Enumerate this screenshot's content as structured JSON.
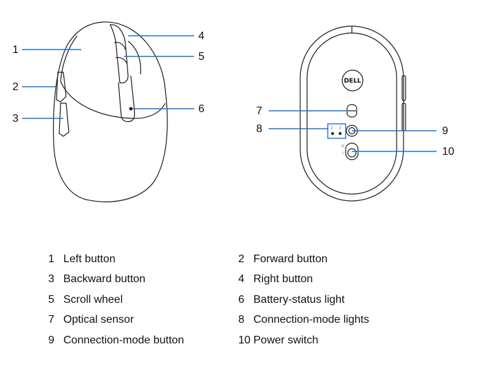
{
  "brand_logo": "DELL",
  "side_view": {
    "callouts": [
      "1",
      "2",
      "3",
      "4",
      "5",
      "6"
    ]
  },
  "bottom_view": {
    "callouts": [
      "7",
      "8",
      "9",
      "10"
    ],
    "mode_labels": [
      "1",
      "2"
    ],
    "switch_marks": [
      "O",
      "I"
    ]
  },
  "legend": [
    {
      "num": "1",
      "label": "Left button"
    },
    {
      "num": "2",
      "label": "Forward button"
    },
    {
      "num": "3",
      "label": "Backward button"
    },
    {
      "num": "4",
      "label": "Right button"
    },
    {
      "num": "5",
      "label": "Scroll wheel"
    },
    {
      "num": "6",
      "label": "Battery-status light"
    },
    {
      "num": "7",
      "label": "Optical sensor"
    },
    {
      "num": "8",
      "label": "Connection-mode lights"
    },
    {
      "num": "9",
      "label": "Connection-mode button"
    },
    {
      "num": "10",
      "label": "Power switch"
    }
  ],
  "colors": {
    "leader": "#1f73d1",
    "outline": "#1a1a1a"
  }
}
